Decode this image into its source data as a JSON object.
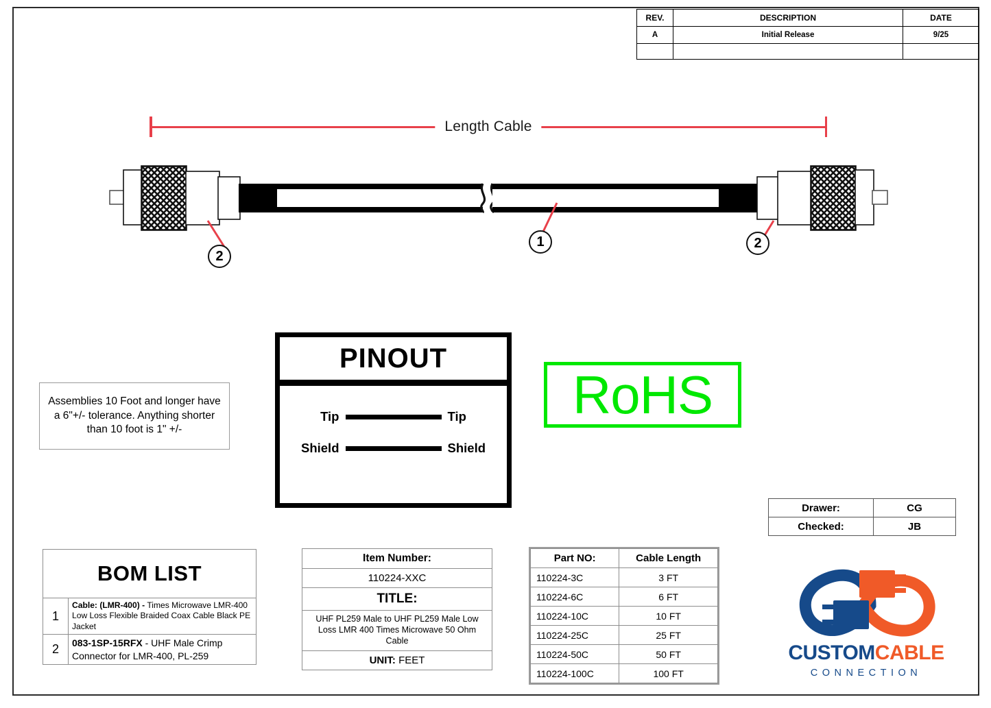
{
  "revision_table": {
    "headers": [
      "REV.",
      "DESCRIPTION",
      "DATE"
    ],
    "rows": [
      {
        "rev": "A",
        "description": "Initial Release",
        "date": "9/25"
      },
      {
        "rev": "",
        "description": "",
        "date": ""
      }
    ]
  },
  "drawing": {
    "dimension_label": "Length Cable",
    "balloon_left": "2",
    "balloon_center": "1",
    "balloon_right": "2",
    "dimension_color": "#e8404a",
    "leader_color": "#e8404a"
  },
  "note": {
    "text": "Assemblies 10 Foot and longer have a 6\"+/- tolerance. Anything shorter than 10 foot is 1\" +/-"
  },
  "pinout": {
    "title": "PINOUT",
    "rows": [
      {
        "left": "Tip",
        "right": "Tip"
      },
      {
        "left": "Shield",
        "right": "Shield"
      }
    ]
  },
  "rohs": {
    "label": "RoHS",
    "color": "#00e800"
  },
  "approvals": {
    "rows": [
      {
        "key": "Drawer:",
        "value": "CG"
      },
      {
        "key": "Checked:",
        "value": "JB"
      }
    ]
  },
  "bom": {
    "title": "BOM LIST",
    "items": [
      {
        "num": "1",
        "bold": "Cable: (LMR-400) -",
        "rest": " Times Microwave LMR-400 Low Loss Flexible Braided Coax Cable Black PE Jacket"
      },
      {
        "num": "2",
        "bold": "083-1SP-15RFX",
        "rest": " - UHF Male Crimp Connector for LMR-400, PL-259"
      }
    ]
  },
  "item_block": {
    "item_number_label": "Item Number:",
    "item_number": "110224-XXC",
    "title_label": "TITLE:",
    "title": "UHF PL259 Male to UHF PL259 Male Low Loss LMR 400 Times Microwave 50 Ohm Cable",
    "unit_label": "UNIT:",
    "unit_value": "FEET"
  },
  "part_table": {
    "headers": [
      "Part NO:",
      "Cable Length"
    ],
    "rows": [
      {
        "part_no": "110224-3C",
        "length": "3 FT"
      },
      {
        "part_no": "110224-6C",
        "length": "6 FT"
      },
      {
        "part_no": "110224-10C",
        "length": "10 FT"
      },
      {
        "part_no": "110224-25C",
        "length": "25 FT"
      },
      {
        "part_no": "110224-50C",
        "length": "50 FT"
      },
      {
        "part_no": "110224-100C",
        "length": "100 FT"
      }
    ]
  },
  "logo": {
    "word1": "CUSTOM",
    "word2": "CABLE",
    "tagline": "CONNECTION",
    "navy": "#164a8a",
    "orange": "#f05a28"
  }
}
